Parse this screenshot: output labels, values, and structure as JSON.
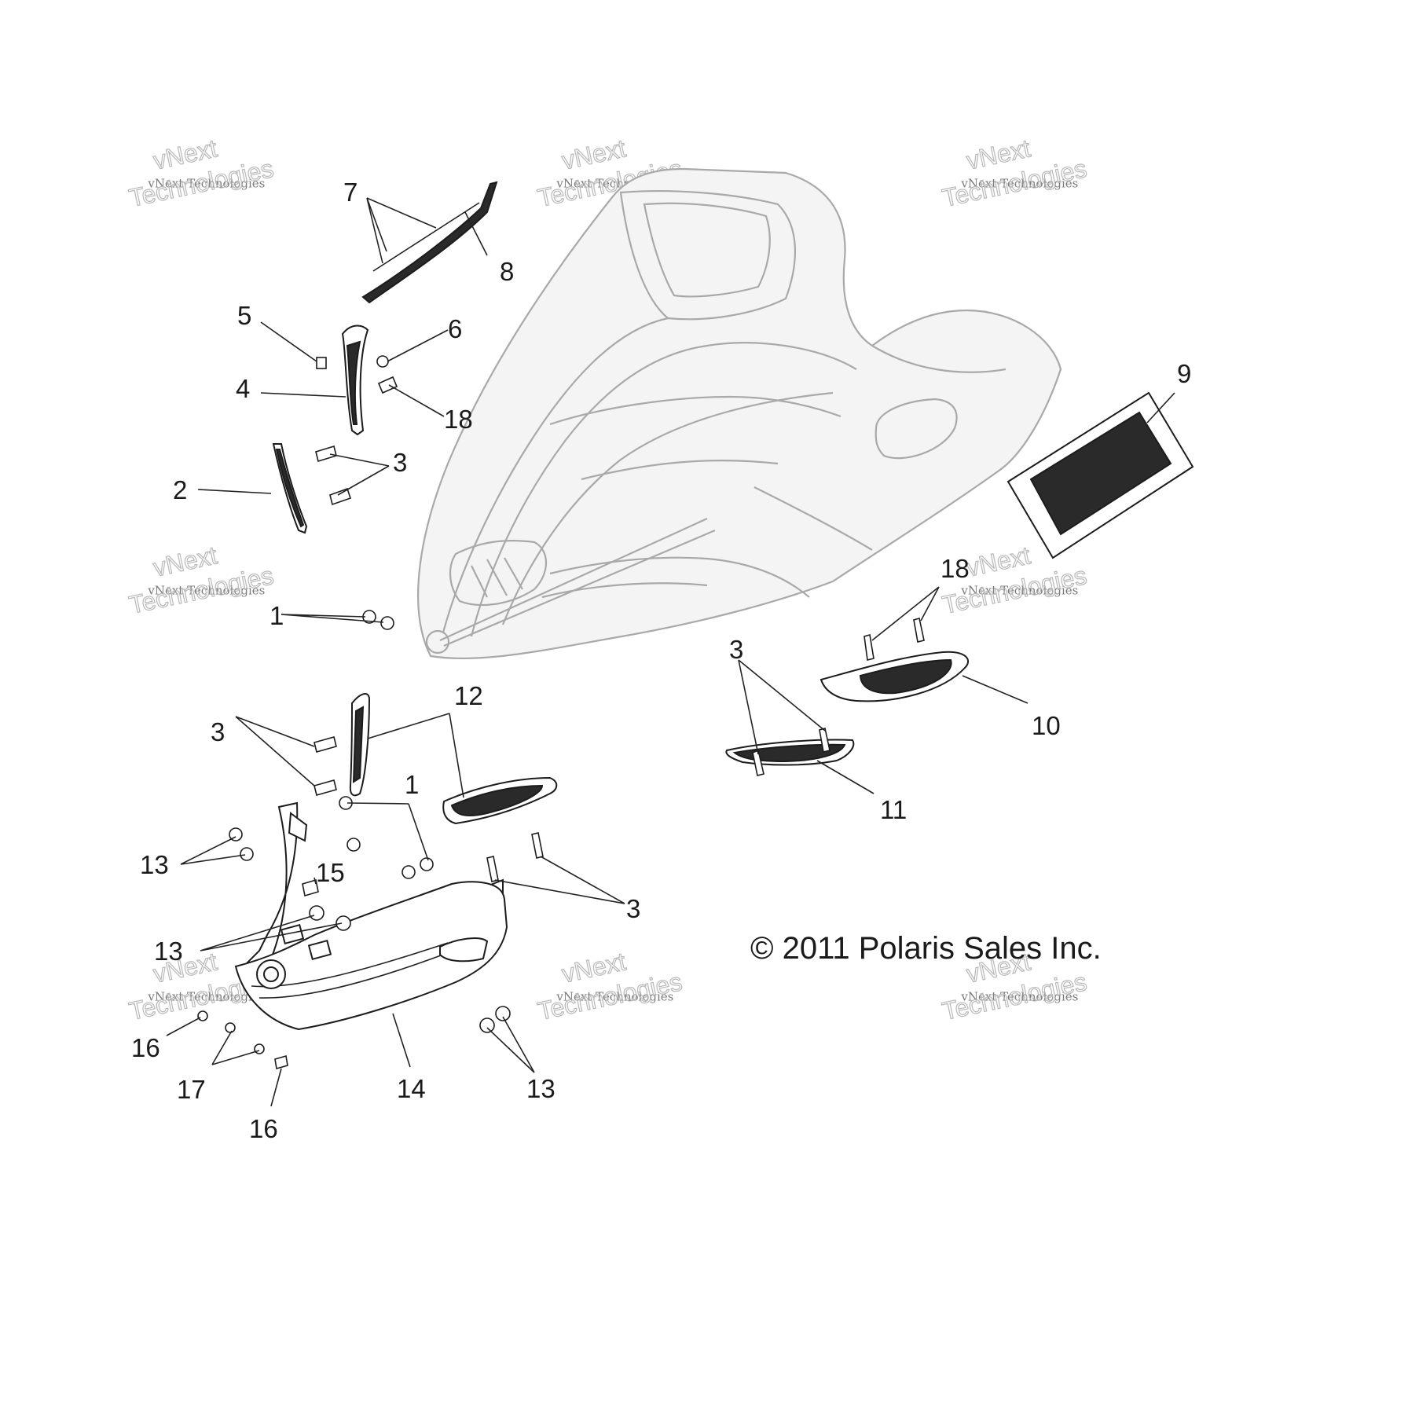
{
  "copyright": "© 2011 Polaris Sales Inc.",
  "watermark": {
    "line1": "vNext Technologies",
    "line2": "vNext",
    "line3": "Technologies"
  },
  "callouts": [
    {
      "id": "c7",
      "label": "7"
    },
    {
      "id": "c8",
      "label": "8"
    },
    {
      "id": "c5",
      "label": "5"
    },
    {
      "id": "c6",
      "label": "6"
    },
    {
      "id": "c4",
      "label": "4"
    },
    {
      "id": "c18a",
      "label": "18"
    },
    {
      "id": "c3a",
      "label": "3"
    },
    {
      "id": "c2",
      "label": "2"
    },
    {
      "id": "c9",
      "label": "9"
    },
    {
      "id": "c1a",
      "label": "1"
    },
    {
      "id": "c18b",
      "label": "18"
    },
    {
      "id": "c3b",
      "label": "3"
    },
    {
      "id": "c10",
      "label": "10"
    },
    {
      "id": "c12",
      "label": "12"
    },
    {
      "id": "c3c",
      "label": "3"
    },
    {
      "id": "c1b",
      "label": "1"
    },
    {
      "id": "c11",
      "label": "11"
    },
    {
      "id": "c13a",
      "label": "13"
    },
    {
      "id": "c15",
      "label": "15"
    },
    {
      "id": "c3d",
      "label": "3"
    },
    {
      "id": "c13b",
      "label": "13"
    },
    {
      "id": "c16a",
      "label": "16"
    },
    {
      "id": "c17",
      "label": "17"
    },
    {
      "id": "c14",
      "label": "14"
    },
    {
      "id": "c13c",
      "label": "13"
    },
    {
      "id": "c16b",
      "label": "16"
    }
  ]
}
